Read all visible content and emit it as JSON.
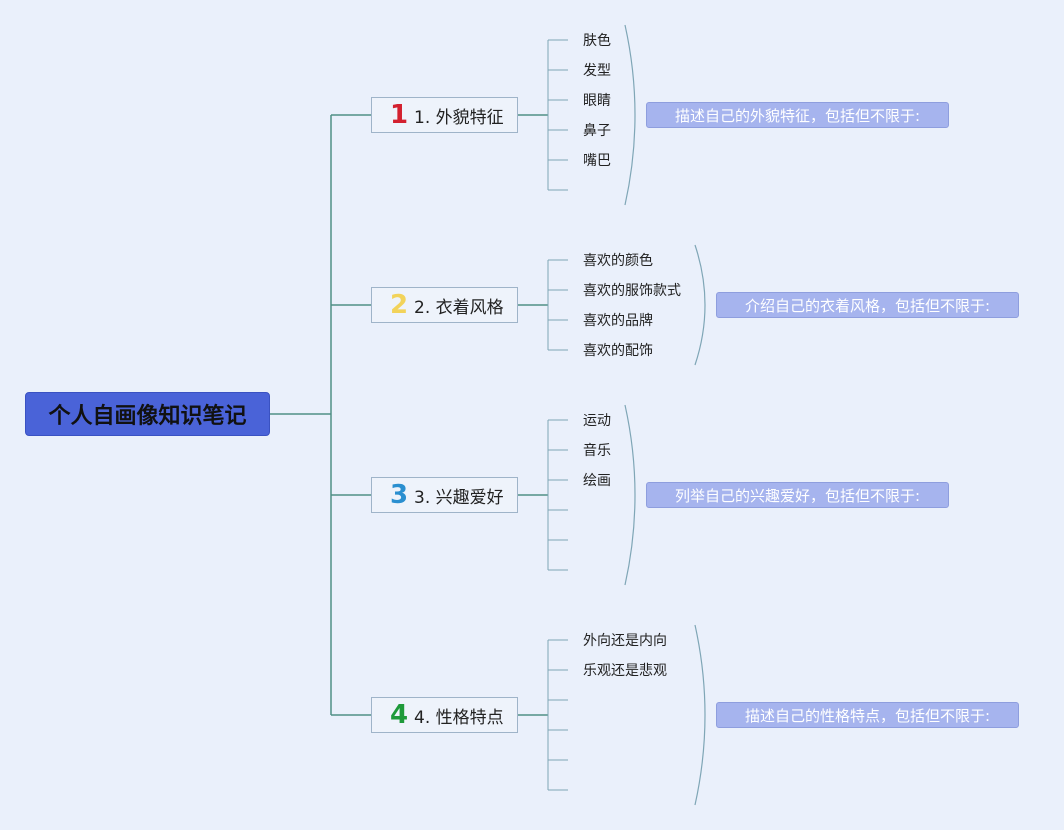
{
  "root": {
    "label": "个人自画像知识笔记"
  },
  "branches": [
    {
      "number": "1",
      "number_color": "#d3202f",
      "label": "1. 外貌特征",
      "items": [
        "肤色",
        "发型",
        "眼睛",
        "鼻子",
        "嘴巴",
        ""
      ],
      "note": "描述自己的外貌特征，包括但不限于:"
    },
    {
      "number": "2",
      "number_color": "#f2d35a",
      "label": "2. 衣着风格",
      "items": [
        "喜欢的颜色",
        "喜欢的服饰款式",
        "喜欢的品牌",
        "喜欢的配饰"
      ],
      "note": "介绍自己的衣着风格，包括但不限于:"
    },
    {
      "number": "3",
      "number_color": "#2a8fd0",
      "label": "3. 兴趣爱好",
      "items": [
        "运动",
        "音乐",
        "绘画",
        "",
        "",
        ""
      ],
      "note": "列举自己的兴趣爱好，包括但不限于:"
    },
    {
      "number": "4",
      "number_color": "#1e9a3a",
      "label": "4. 性格特点",
      "items": [
        "外向还是内向",
        "乐观还是悲观",
        "",
        "",
        "",
        ""
      ],
      "note": "描述自己的性格特点，包括但不限于:"
    }
  ],
  "colors": {
    "background": "#eaf0fb",
    "root_fill": "#4a63d8",
    "main_line": "#4f8f86",
    "leaf_line": "#7fa6b6",
    "note_fill": "#a6b4ee"
  }
}
